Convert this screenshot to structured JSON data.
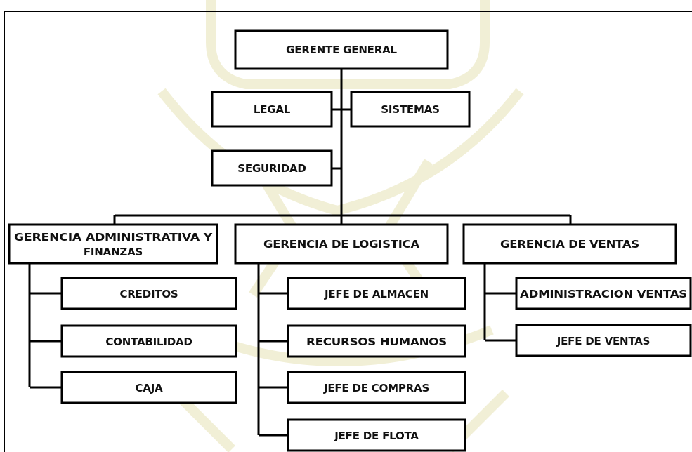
{
  "chart_title": "",
  "nodes": {
    "gerente_general": "GERENTE GENERAL",
    "legal": "LEGAL",
    "sistemas": "SISTEMAS",
    "seguridad": "SEGURIDAD",
    "gerencia_admin_line1": "GERENCIA ADMINISTRATIVA Y",
    "gerencia_admin_line2": "FINANZAS",
    "gerencia_logistica": "GERENCIA DE LOGISTICA",
    "gerencia_ventas": "GERENCIA DE VENTAS",
    "creditos": "CREDITOS",
    "contabilidad": "CONTABILIDAD",
    "caja": "CAJA",
    "jefe_almacen": "JEFE DE ALMACEN",
    "recursos_humanos": "RECURSOS HUMANOS",
    "jefe_compras": "JEFE DE COMPRAS",
    "jefe_flota": "JEFE DE FLOTA",
    "administracion_ventas": "ADMINISTRACION VENTAS",
    "jefe_ventas": "JEFE DE VENTAS"
  },
  "colors": {
    "line": "#000000",
    "box_fill": "#ffffff",
    "watermark": "#f3f1dc",
    "text": "#111111"
  }
}
